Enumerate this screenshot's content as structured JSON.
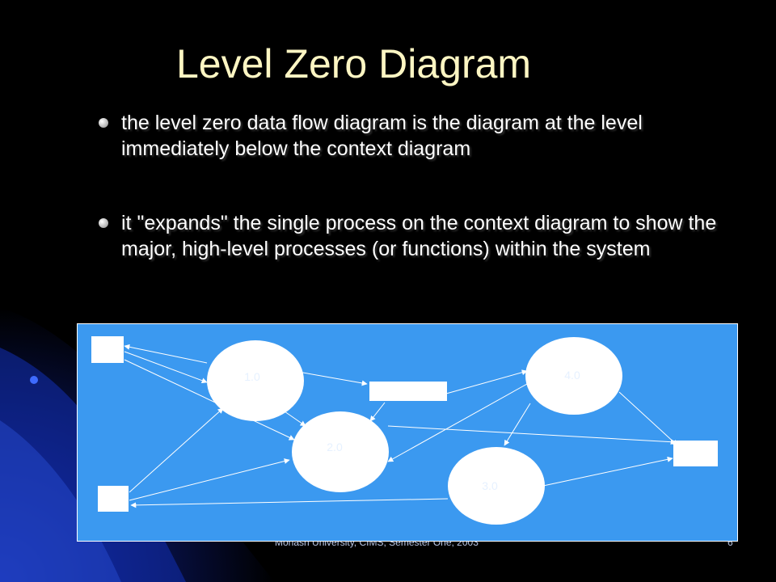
{
  "slide": {
    "title": "Level Zero Diagram",
    "bullets": [
      "the level zero data flow diagram is the diagram at the level immediately below the context diagram",
      "it \"expands\" the single process on the context diagram to show the major, high-level processes (or functions) within the system"
    ],
    "footer": "Monash University, CIMS, Semester One, 2003",
    "page_number": "6"
  },
  "diagram": {
    "processes": [
      {
        "id": "p1",
        "label": "1.0"
      },
      {
        "id": "p2",
        "label": "2.0"
      },
      {
        "id": "p3",
        "label": "3.0"
      },
      {
        "id": "p4",
        "label": "4.0"
      }
    ],
    "colors": {
      "panel": "#3b99f0",
      "shape_fill": "#ffffff",
      "process_label": "#e6f1ff",
      "flow_line": "#ffffff",
      "title": "#fdf6c3",
      "bullet_text": "#ffffff"
    }
  }
}
